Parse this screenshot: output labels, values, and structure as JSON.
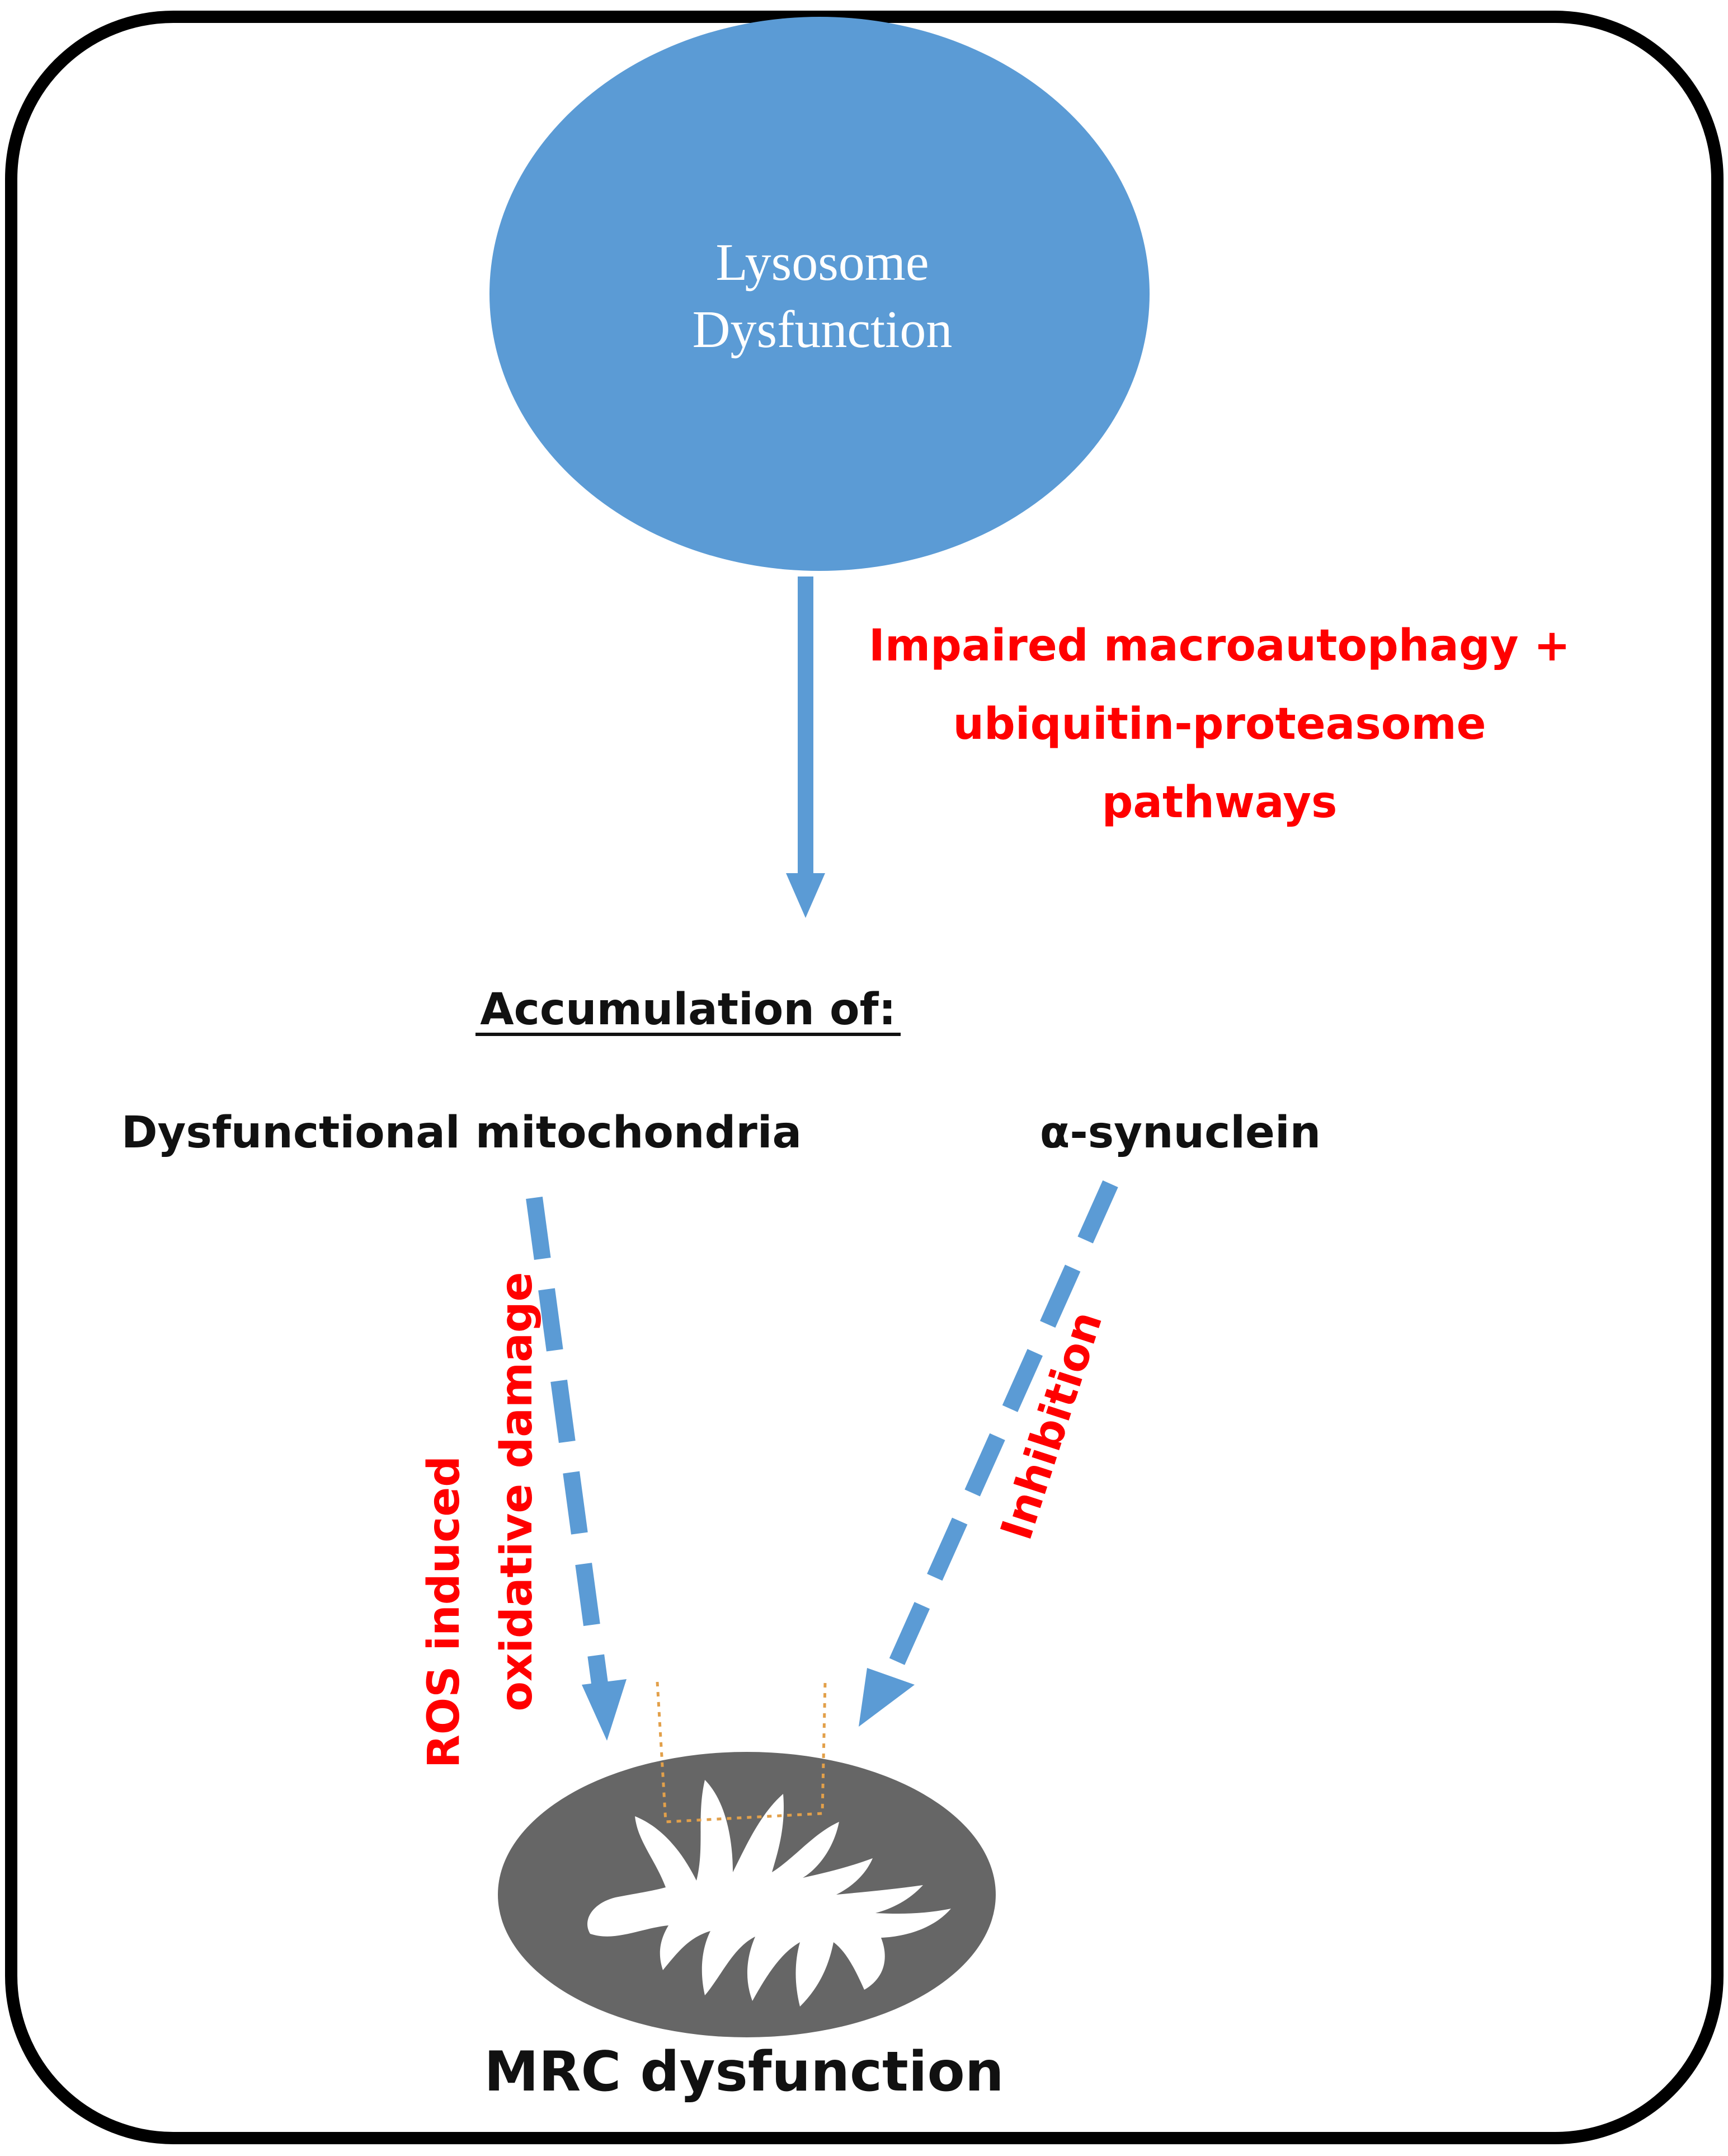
{
  "lysosome": {
    "line1": "Lysosome",
    "line2": "Dysfunction"
  },
  "arrow_label": {
    "line1": "Impaired macroautophagy +",
    "line2": "ubiquitin-proteasome",
    "line3": "pathways"
  },
  "accumulation": {
    "heading": "Accumulation of:",
    "left_item": "Dysfunctional mitochondria",
    "right_item": "α-synuclein"
  },
  "left_label": {
    "line1": "ROS induced",
    "line2": "oxidative damage"
  },
  "right_label": "Inhibition",
  "bottom_label": "MRC dysfunction",
  "colors": {
    "frame": "#000000",
    "lysosome_fill": "#5b9bd5",
    "arrow": "#5b9bd5",
    "red_text": "#ff0000",
    "mito_outer": "#666666",
    "mito_inner": "#ffffff",
    "dotted": "#e2a04a"
  }
}
